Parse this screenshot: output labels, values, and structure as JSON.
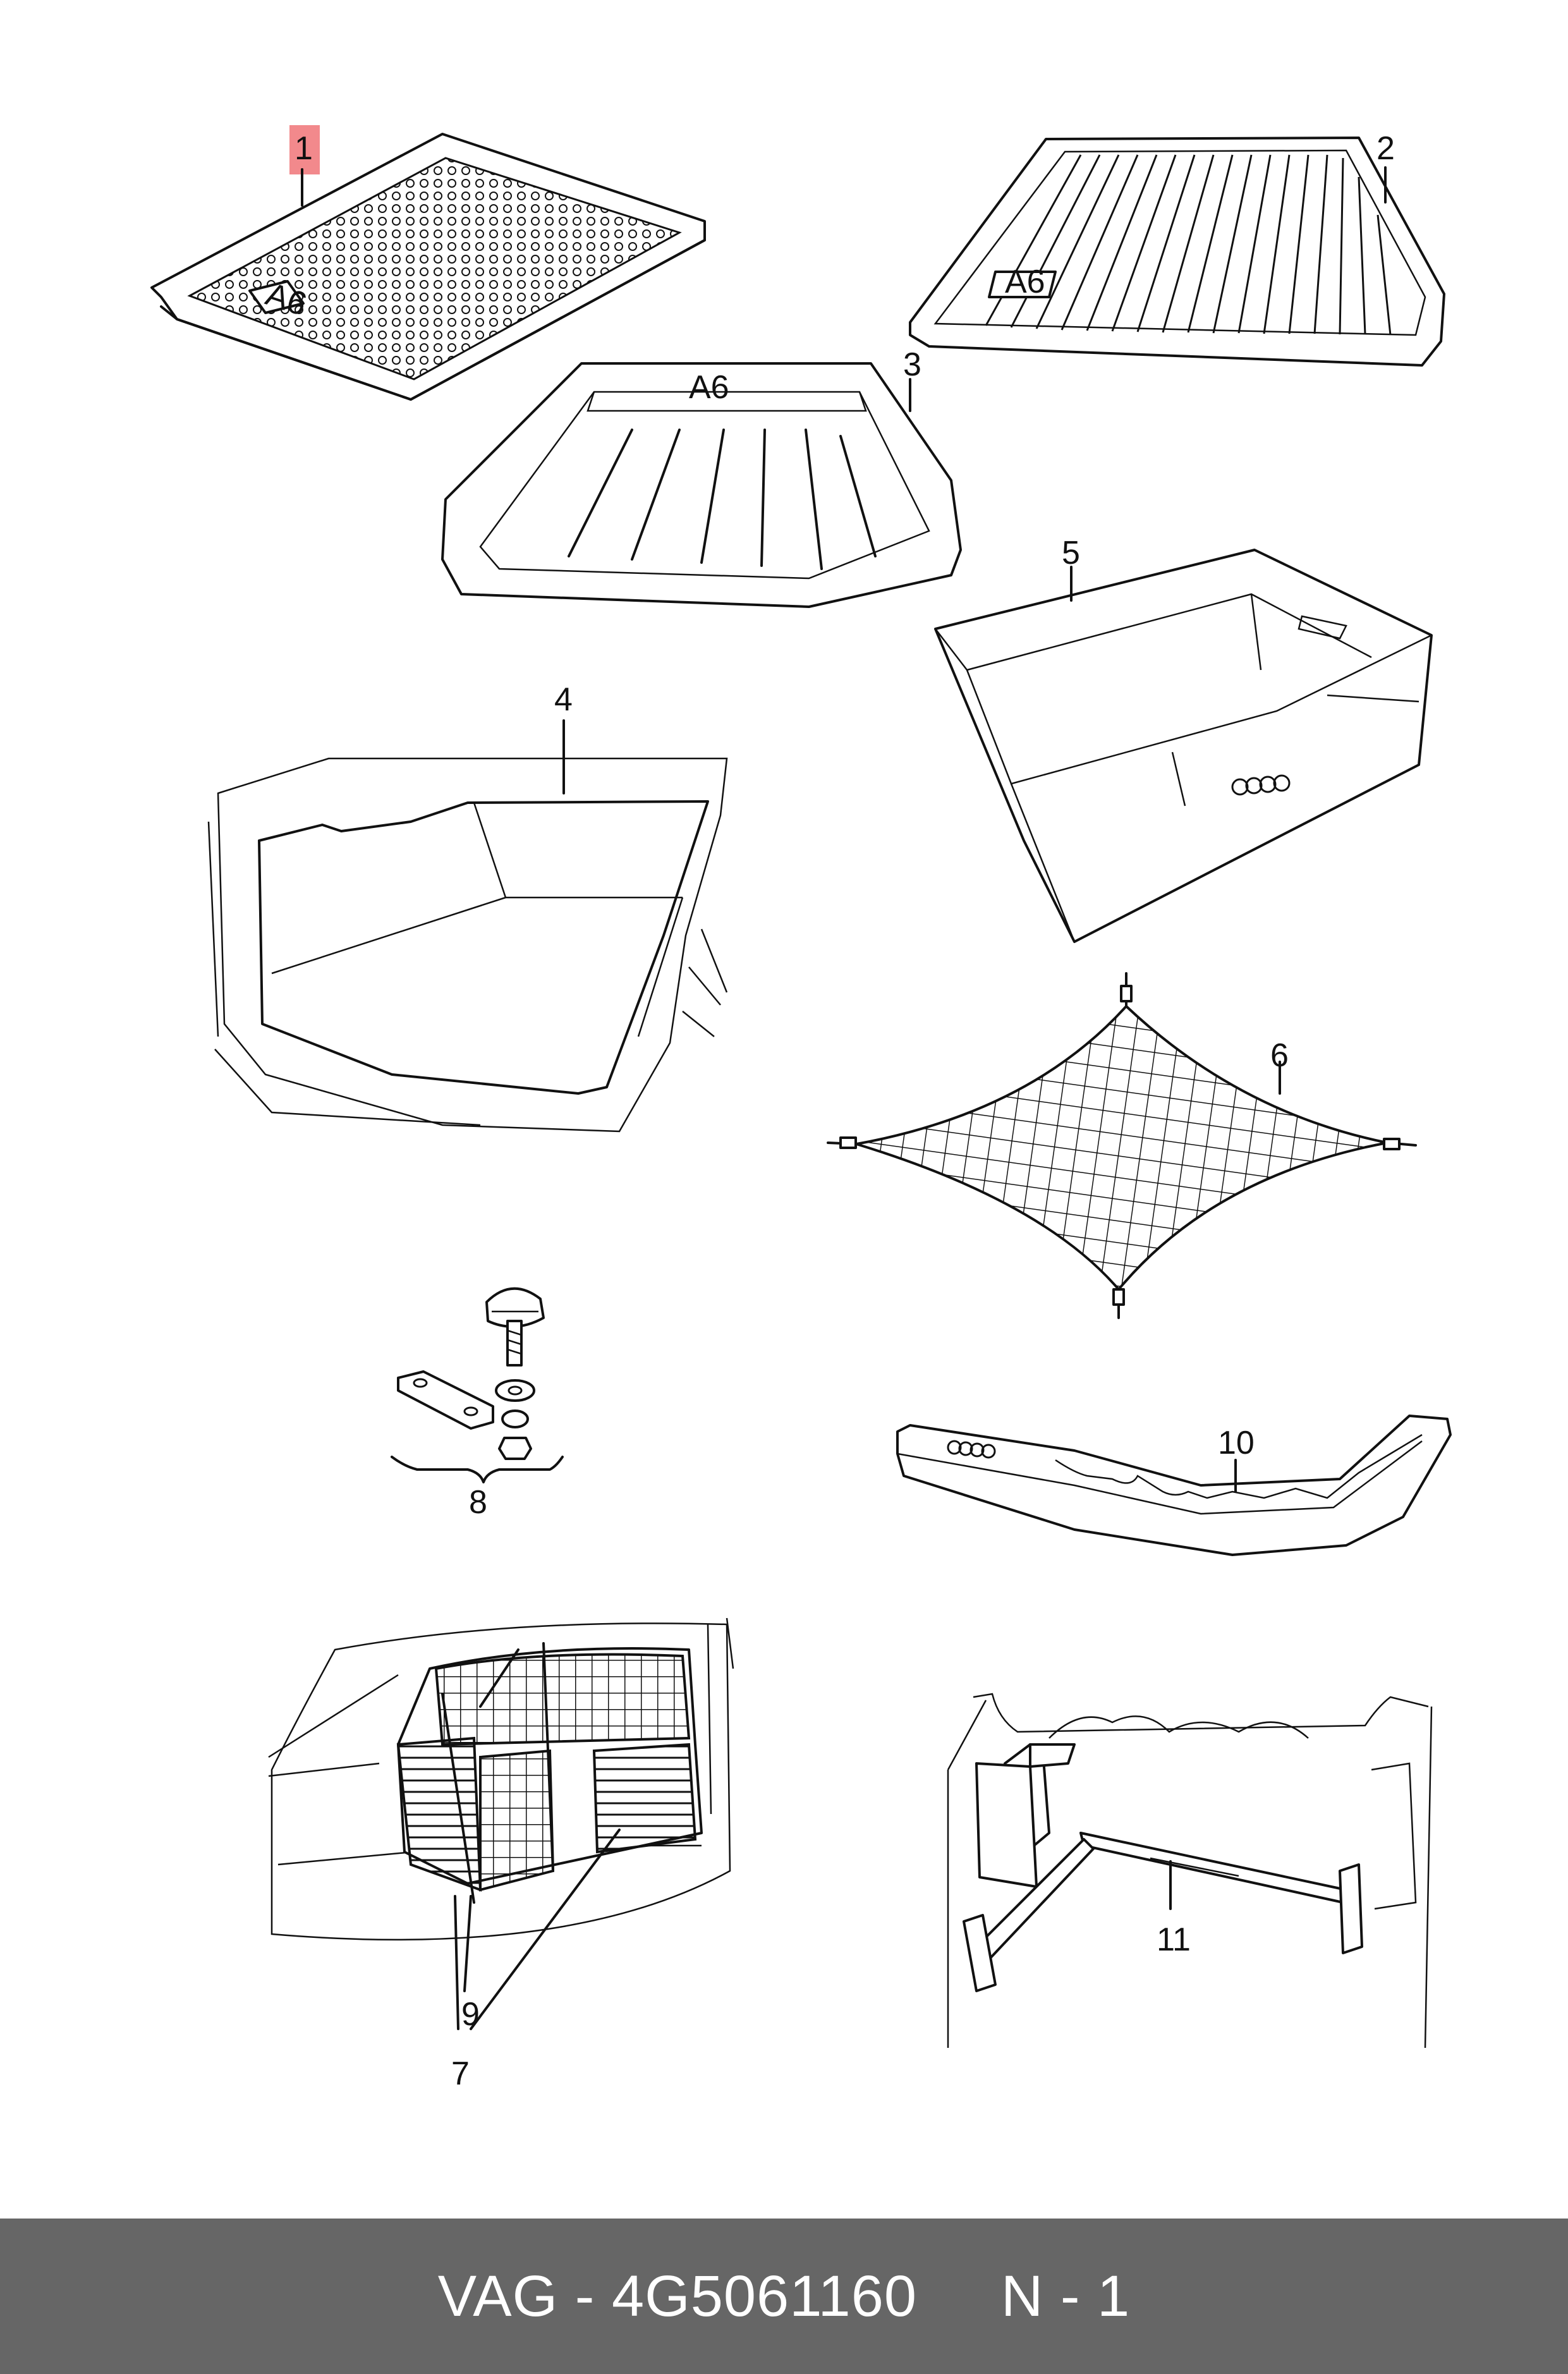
{
  "callouts": [
    {
      "id": "1",
      "label": "1",
      "highlighted": true
    },
    {
      "id": "2",
      "label": "2",
      "highlighted": false
    },
    {
      "id": "3",
      "label": "3",
      "highlighted": false
    },
    {
      "id": "4",
      "label": "4",
      "highlighted": false
    },
    {
      "id": "5",
      "label": "5",
      "highlighted": false
    },
    {
      "id": "6",
      "label": "6",
      "highlighted": false
    },
    {
      "id": "7",
      "label": "7",
      "highlighted": false
    },
    {
      "id": "8",
      "label": "8",
      "highlighted": false
    },
    {
      "id": "9",
      "label": "9",
      "highlighted": false
    },
    {
      "id": "10",
      "label": "10",
      "highlighted": false
    },
    {
      "id": "11",
      "label": "11",
      "highlighted": false
    }
  ],
  "tray_emblem": "A6",
  "footer": {
    "text": "VAG - 4G5061160     N - 1"
  },
  "colors": {
    "highlight": "#f2898c",
    "footer_bg": "#666666",
    "footer_text": "#ffffff",
    "line": "#111111"
  }
}
